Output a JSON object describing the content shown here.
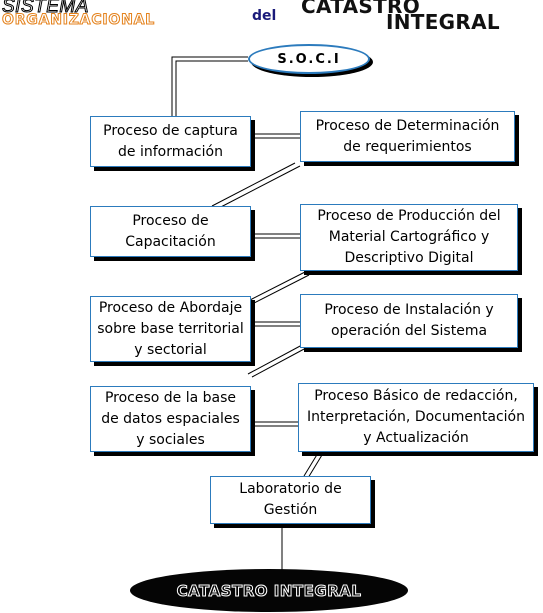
{
  "header": {
    "sistema": "SISTEMA",
    "organizacional": "ORGANIZACIONAL",
    "del": "del",
    "catastro": "CATASTRO",
    "integral": "INTEGRAL"
  },
  "top_node": "S.O.C.I",
  "bottom_node": "CATASTRO INTEGRAL",
  "boxes": {
    "captura": [
      "Proceso de captura",
      "de información"
    ],
    "determinacion": [
      "Proceso de Determinación",
      "de requerimientos"
    ],
    "capacitacion": [
      "Proceso de",
      "Capacitación"
    ],
    "produccion": [
      "Proceso de Producción del",
      "Material Cartográfico y",
      "Descriptivo Digital"
    ],
    "abordaje": [
      "Proceso de Abordaje",
      "sobre base territorial",
      "y sectorial"
    ],
    "instalacion": [
      "Proceso de Instalación y",
      "operación del Sistema"
    ],
    "base_datos": [
      "Proceso de la base",
      "de datos espaciales",
      "y sociales"
    ],
    "redaccion": [
      "Proceso Básico de redacción,",
      "Interpretación, Documentación",
      "y Actualización"
    ],
    "laboratorio": [
      "Laboratorio de",
      "Gestión"
    ]
  },
  "colors": {
    "box_border": "#2c7bbd",
    "shadow": "#000000",
    "orange": "#e4821c",
    "del_blue": "#1a1a7a"
  }
}
